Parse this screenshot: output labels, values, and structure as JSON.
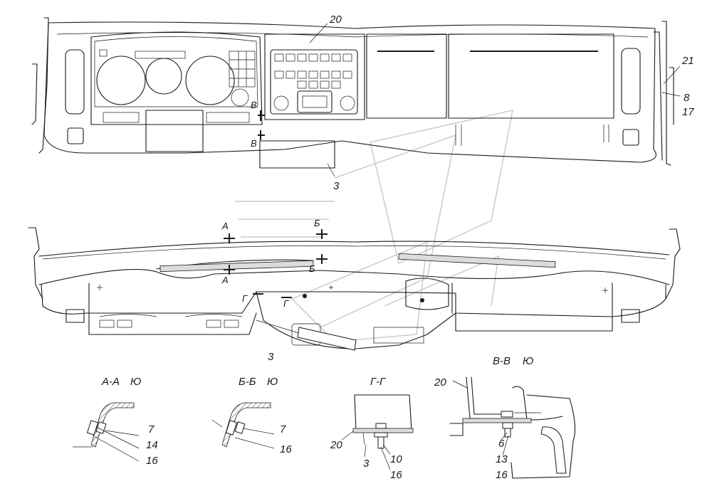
{
  "top_view": {
    "labels": {
      "main_panel": "20",
      "bracket": "21",
      "part_8": "8",
      "part_17": "17",
      "lower_box": "3"
    },
    "cut_marks": {
      "b_upper": "В",
      "b_lower": "В"
    }
  },
  "front_view": {
    "labels": {
      "lower_box": "3"
    },
    "cut_marks": {
      "a_upper": "А",
      "a_lower": "А",
      "b_upper": "Б",
      "b_lower": "Б",
      "g_left": "Г",
      "g_right": "Г"
    }
  },
  "sections": {
    "aa": {
      "title": "А-А",
      "rot_mark": "Ю",
      "labels": [
        "7",
        "14",
        "16"
      ]
    },
    "bb": {
      "title": "Б-Б",
      "rot_mark": "Ю",
      "labels": [
        "7",
        "16"
      ]
    },
    "gg": {
      "title": "Г-Г",
      "labels": [
        "20",
        "3",
        "10",
        "16"
      ]
    },
    "vv": {
      "title": "В-В",
      "rot_mark": "Ю",
      "labels": [
        "20",
        "6",
        "13",
        "16"
      ]
    }
  }
}
